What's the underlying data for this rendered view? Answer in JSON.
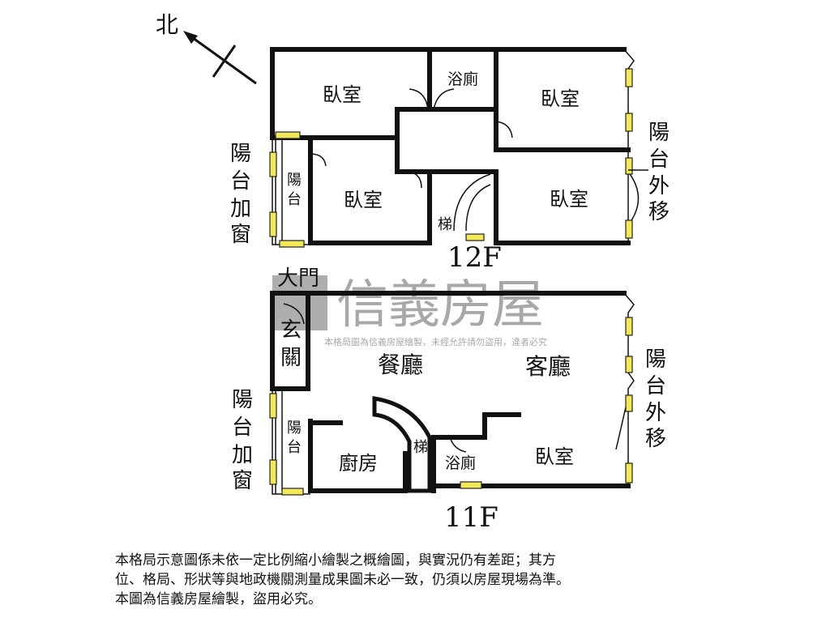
{
  "compass": {
    "label": "北"
  },
  "watermark": {
    "brand": "信義房屋",
    "notice": "本格局圖為信義房屋繪製，未經允許請勿盜用，違者必究"
  },
  "floor_12f": {
    "title": "12F",
    "rooms": {
      "bedroom_nw": "臥室",
      "bathroom": "浴廁",
      "bedroom_ne": "臥室",
      "bedroom_w": "臥室",
      "bedroom_e": "臥室",
      "balcony": [
        "陽",
        "台"
      ],
      "stairs": "梯"
    },
    "left_note": [
      "陽",
      "台",
      "加",
      "窗"
    ],
    "right_note": [
      "陽",
      "台",
      "外",
      "移"
    ]
  },
  "floor_11f": {
    "title": "11F",
    "rooms": {
      "main_door": "大門",
      "foyer": [
        "玄",
        "關"
      ],
      "dining": "餐廳",
      "living": "客廳",
      "kitchen": "廚房",
      "stairs": "梯",
      "bathroom": "浴廁",
      "bedroom": "臥室",
      "balcony": [
        "陽",
        "台"
      ]
    },
    "left_note": [
      "陽",
      "台",
      "加",
      "窗"
    ],
    "right_note": [
      "陽",
      "台",
      "外",
      "移"
    ]
  },
  "disclaimer": {
    "lines": [
      "本格局示意圖係未依一定比例縮小繪製之概繪圖，與實況仍有差距；其方",
      "位、格局、形狀等與地政機關測量成果圖未必一致，仍須以房屋現場為準。",
      "本圖為信義房屋繪製，盜用必究。"
    ]
  }
}
